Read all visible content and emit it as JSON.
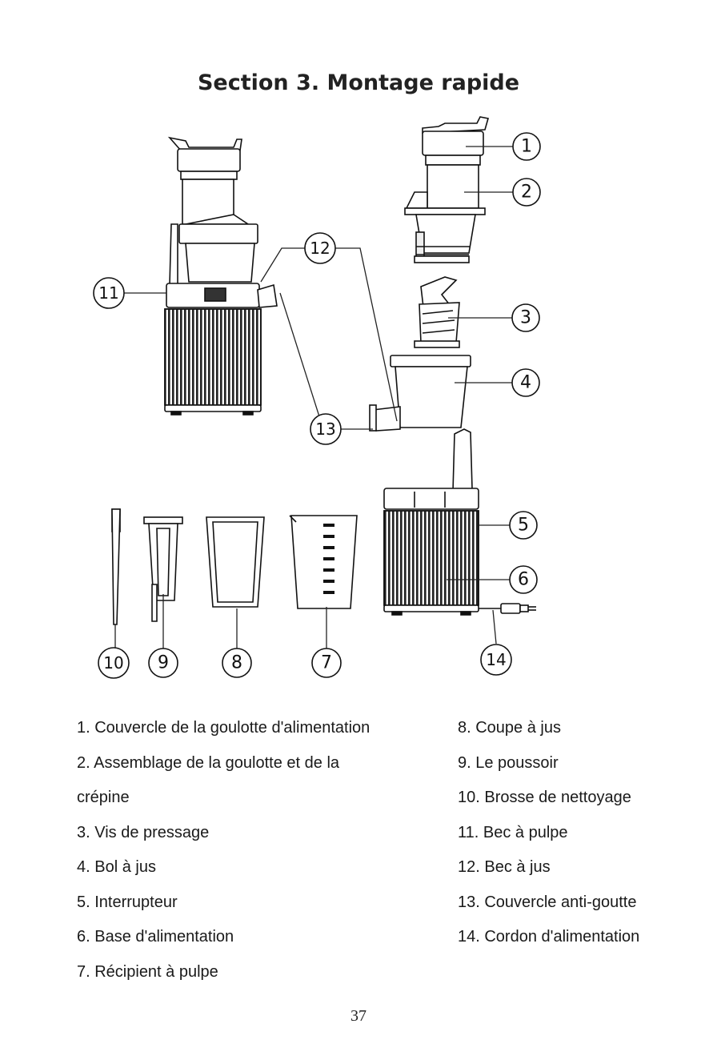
{
  "page": {
    "title": "Section 3. Montage rapide",
    "page_number": "37"
  },
  "callouts": [
    "1",
    "2",
    "3",
    "4",
    "5",
    "6",
    "7",
    "8",
    "9",
    "10",
    "11",
    "12",
    "13",
    "14"
  ],
  "parts_left": [
    "1. Couvercle de la goulotte d'alimentation",
    "2. Assemblage de la goulotte et de la",
    "crépine",
    "3. Vis de pressage",
    "4. Bol à jus",
    "5. Interrupteur",
    "6. Base d'alimentation",
    "7. Récipient à pulpe"
  ],
  "parts_right": [
    "8. Coupe à jus",
    "9. Le poussoir",
    "10. Brosse de nettoyage",
    "11. Bec à pulpe",
    "12. Bec à jus",
    "13. Couvercle anti-goutte",
    "14. Cordon d'alimentation"
  ]
}
